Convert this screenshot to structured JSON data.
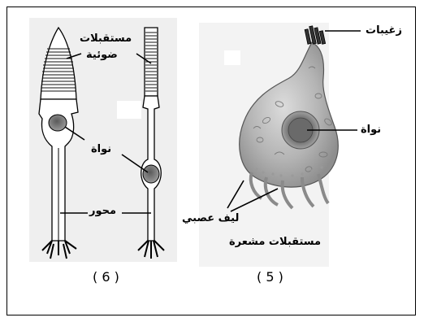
{
  "labels": {
    "photoreceptor_segments": "مستقبلات",
    "photoreceptor_segments_2": "ضوئية",
    "nucleus_left": "نواة",
    "axon": "محور",
    "microvilli": "زغيبات",
    "nucleus_right": "نواة",
    "nerve_fiber": "ليف عصبي",
    "hair_receptors": "مستقبلات مشعرة"
  },
  "figure_numbers": {
    "left": "( 6 )",
    "right": "( 5 )"
  }
}
